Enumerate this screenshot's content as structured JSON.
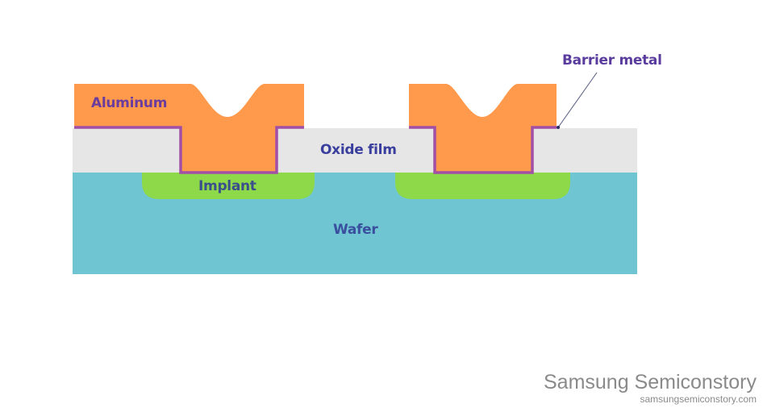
{
  "labels": {
    "aluminum": "Aluminum",
    "oxide_film": "Oxide film",
    "implant": "Implant",
    "wafer": "Wafer",
    "barrier_metal": "Barrier metal"
  },
  "branding": {
    "title": "Samsung Semiconstory",
    "url": "samsungsemiconstory.com"
  },
  "colors": {
    "wafer": "#6FC5D2",
    "oxide": "#E6E6E6",
    "aluminum": "#FF9A4D",
    "implant": "#8DD94A",
    "barrier": "#A24FA6",
    "label_purple": "#6A3C9E",
    "label_blue": "#3A3F9E"
  }
}
